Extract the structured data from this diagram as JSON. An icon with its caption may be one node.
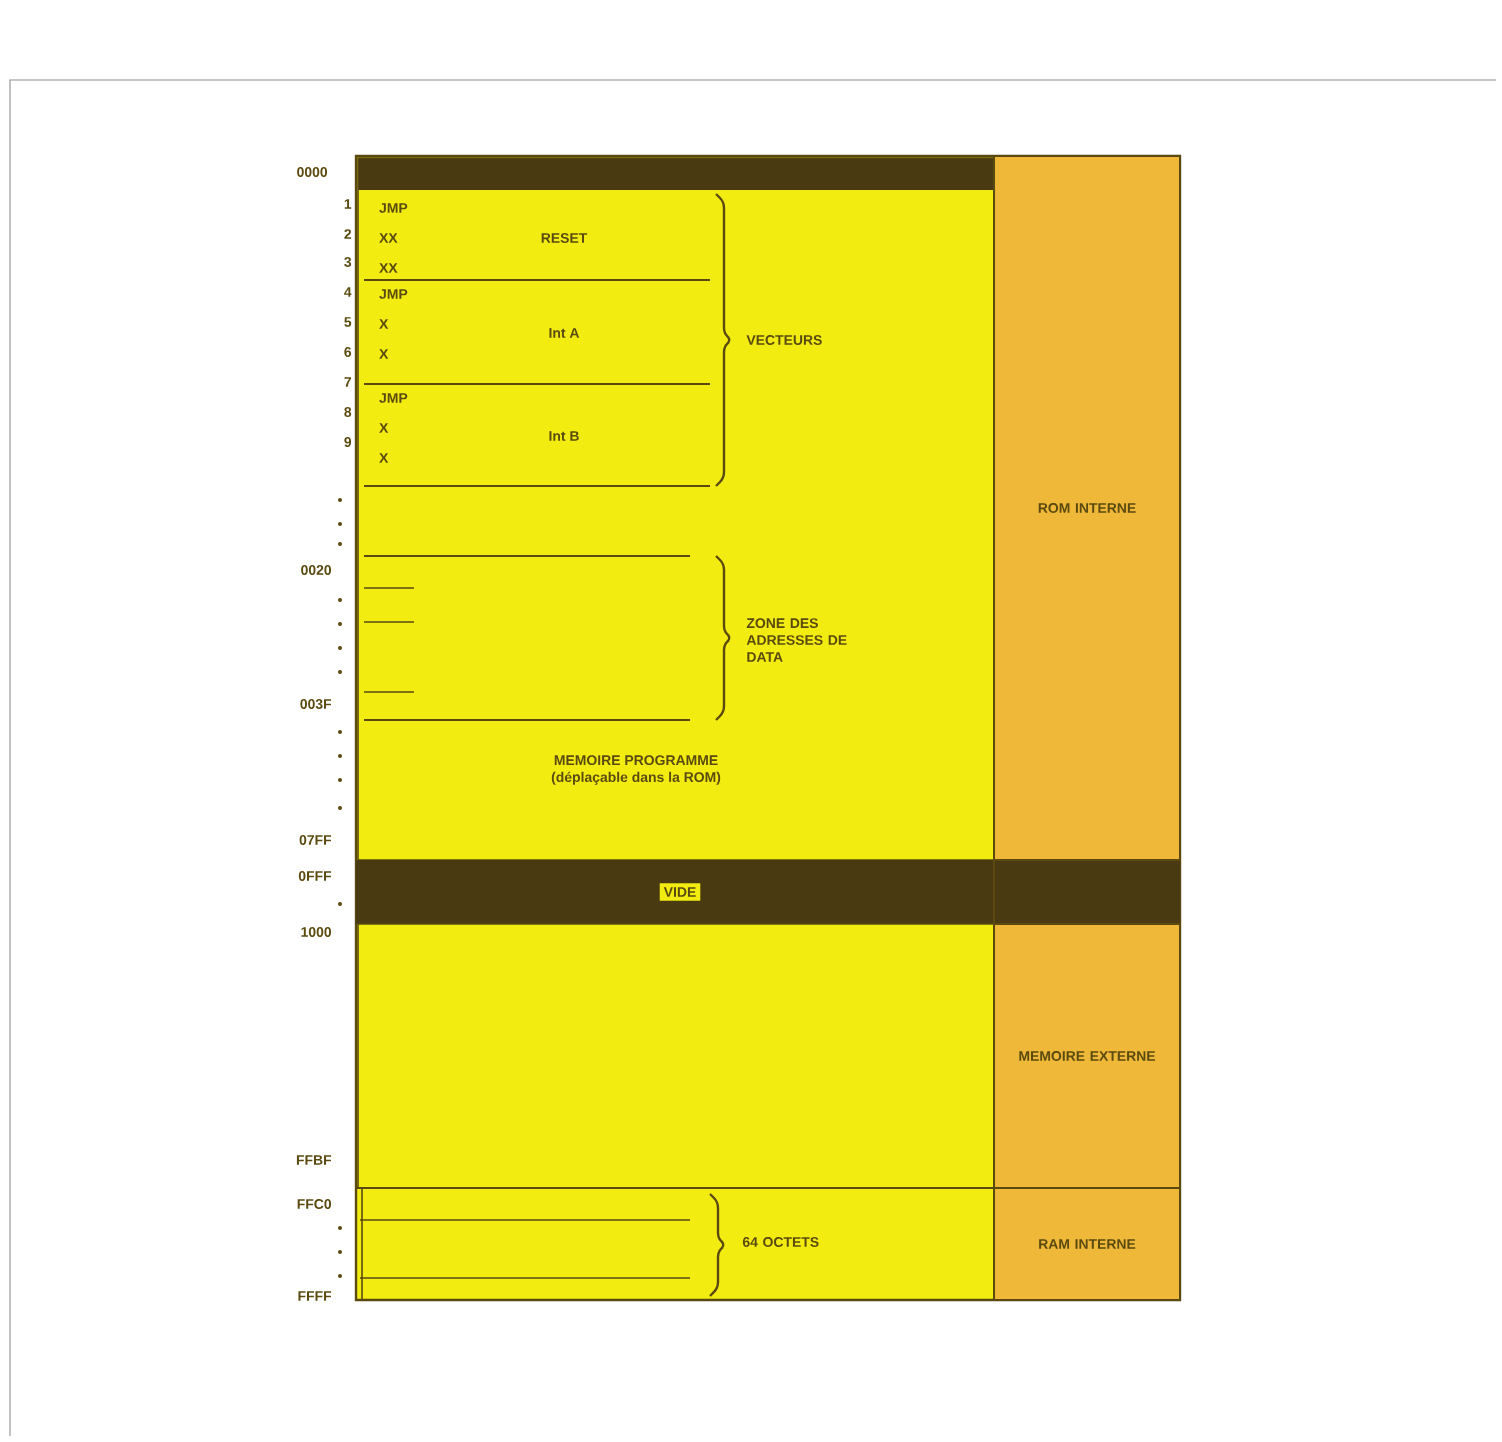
{
  "diagram": {
    "nodes": [
      {
        "text": [
          "MEMOIRE PROGRAMME",
          "(déplaçable dans la ROM)"
        ]
      },
      {
        "text": [
          "JMP",
          "XX",
          "XX",
          "RESET"
        ],
        "in": 0
      },
      {
        "text": [
          "JMP",
          "X",
          "X",
          "Int A"
        ],
        "in": 0
      },
      {
        "text": [
          "JMP",
          "X",
          "X",
          "Int B"
        ],
        "in": 0
      },
      {
        "text": [],
        "shape": "box",
        "in": 0
      },
      {
        "text": [
          "VIDE"
        ]
      },
      {
        "text": [],
        "shape": "box"
      },
      {
        "text": [],
        "shape": "box"
      },
      {
        "text": [
          "ROM INTERNE"
        ]
      },
      {
        "text": [
          "MEMOIRE EXTERNE"
        ]
      },
      {
        "text": [
          "RAM INTERNE"
        ]
      }
    ],
    "labels": [
      "0000",
      "1",
      "2",
      "3",
      "4",
      "5",
      "6",
      "7",
      "8",
      "9",
      "0020",
      "003F",
      "07FF",
      "0FFF",
      "1000",
      "FFBF",
      "FFC0",
      "FFFF",
      "VECTEURS",
      "ZONE DES ADRESSES DE DATA",
      "64 OCTETS"
    ]
  }
}
